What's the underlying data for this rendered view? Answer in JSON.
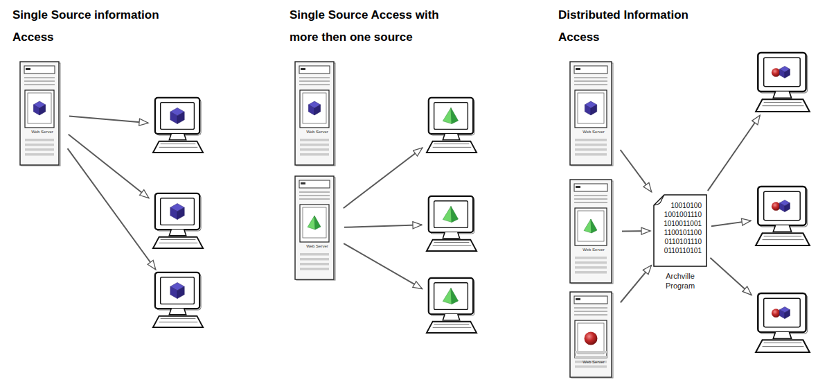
{
  "diagram": {
    "nodes": [
      {
        "text": [
          "Web Server"
        ]
      },
      {
        "text": []
      },
      {
        "text": []
      },
      {
        "text": []
      },
      {
        "text": [
          "Web Server"
        ]
      },
      {
        "text": [
          "Web Server"
        ]
      },
      {
        "text": []
      },
      {
        "text": []
      },
      {
        "text": []
      },
      {
        "text": [
          "Web Server"
        ]
      },
      {
        "text": [
          "Web Server"
        ]
      },
      {
        "text": [
          "Web Server"
        ]
      },
      {
        "text": [
          "10010100 1001001110 1010011001 1100101100 0110101110 0110110101",
          "Archville Program"
        ]
      },
      {
        "text": []
      },
      {
        "text": []
      },
      {
        "text": []
      }
    ],
    "edges": [
      {
        "from": 0,
        "to": 1,
        "arrow": "to"
      },
      {
        "from": 0,
        "to": 2,
        "arrow": "to"
      },
      {
        "from": 0,
        "to": 3,
        "arrow": "to"
      },
      {
        "from": 5,
        "to": 6,
        "arrow": "to"
      },
      {
        "from": 5,
        "to": 7,
        "arrow": "to"
      },
      {
        "from": 5,
        "to": 8,
        "arrow": "to"
      },
      {
        "from": 9,
        "to": 12,
        "arrow": "to"
      },
      {
        "from": 10,
        "to": 12,
        "arrow": "to"
      },
      {
        "from": 11,
        "to": 12,
        "arrow": "to"
      },
      {
        "from": 12,
        "to": 13,
        "arrow": "to"
      },
      {
        "from": 12,
        "to": 14,
        "arrow": "to"
      },
      {
        "from": 12,
        "to": 15,
        "arrow": "to"
      }
    ],
    "labels": [
      "Single Source information Access",
      "Single Source Access with more then one source",
      "Distributed Information Access"
    ]
  }
}
